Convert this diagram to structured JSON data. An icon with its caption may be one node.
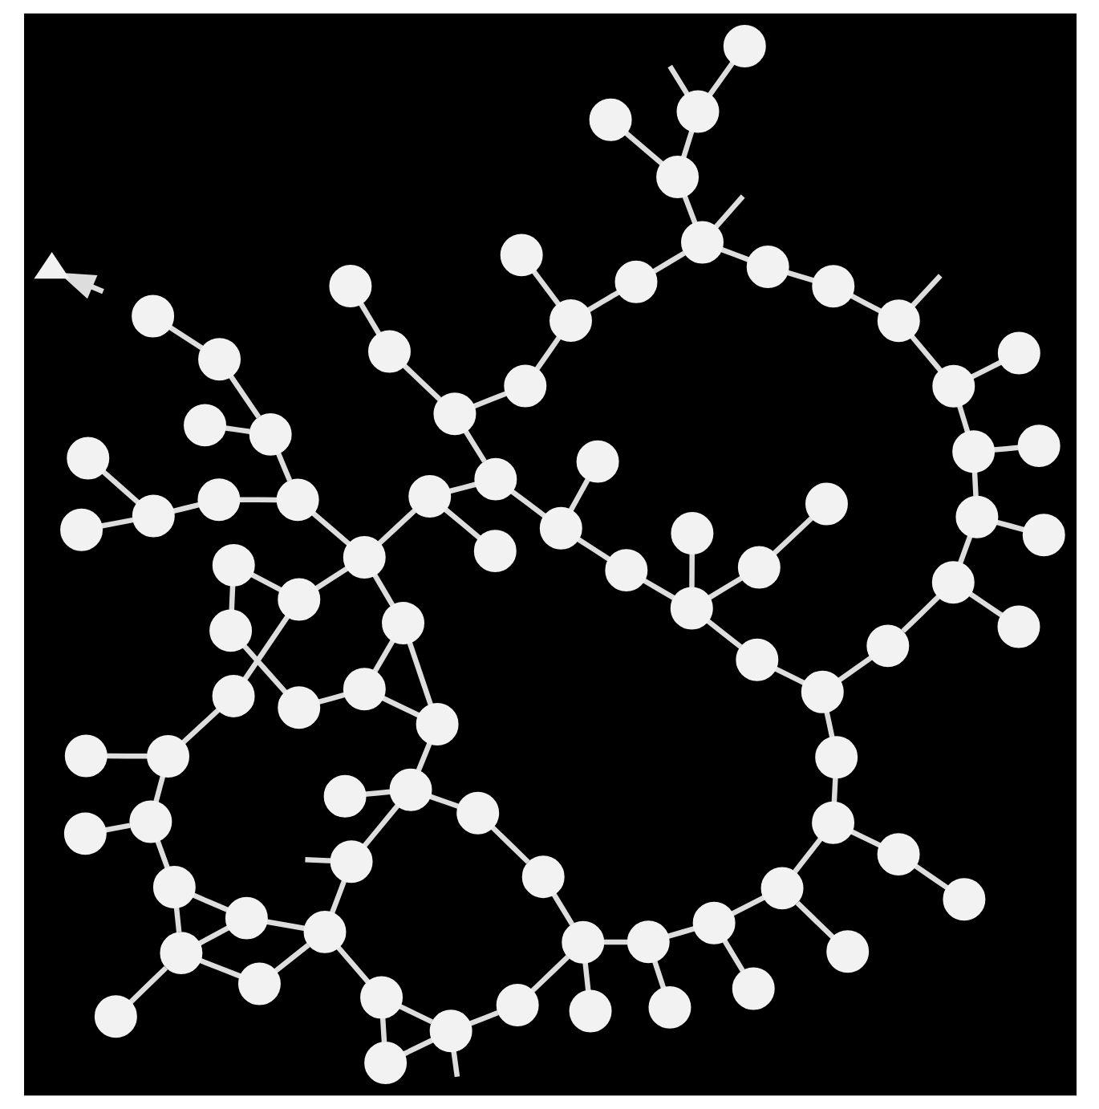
{
  "diagram": {
    "nodes": [
      {
        "text": [],
        "shape": "circle"
      },
      {
        "text": [],
        "shape": "circle"
      },
      {
        "text": [],
        "shape": "circle"
      },
      {
        "text": [],
        "shape": "circle"
      },
      {
        "text": [],
        "shape": "circle"
      },
      {
        "text": [],
        "shape": "circle"
      },
      {
        "text": [],
        "shape": "circle"
      },
      {
        "text": [],
        "shape": "circle"
      },
      {
        "text": [],
        "shape": "circle"
      },
      {
        "text": [],
        "shape": "circle"
      },
      {
        "text": [],
        "shape": "circle"
      },
      {
        "text": [],
        "shape": "circle"
      },
      {
        "text": [],
        "shape": "circle"
      },
      {
        "text": [],
        "shape": "circle"
      },
      {
        "text": [],
        "shape": "circle"
      },
      {
        "text": [],
        "shape": "circle"
      },
      {
        "text": [],
        "shape": "circle"
      },
      {
        "text": [],
        "shape": "circle"
      },
      {
        "text": [],
        "shape": "circle"
      },
      {
        "text": [],
        "shape": "circle"
      },
      {
        "text": [],
        "shape": "circle"
      },
      {
        "text": [],
        "shape": "circle"
      },
      {
        "text": [],
        "shape": "circle"
      },
      {
        "text": [],
        "shape": "circle"
      },
      {
        "text": [],
        "shape": "circle"
      },
      {
        "text": [],
        "shape": "circle"
      },
      {
        "text": [],
        "shape": "circle"
      },
      {
        "text": [],
        "shape": "circle"
      },
      {
        "text": [],
        "shape": "circle"
      },
      {
        "text": [],
        "shape": "circle"
      },
      {
        "text": [],
        "shape": "circle"
      },
      {
        "text": [],
        "shape": "circle"
      },
      {
        "text": [],
        "shape": "circle"
      },
      {
        "text": [],
        "shape": "circle"
      },
      {
        "text": [],
        "shape": "circle"
      },
      {
        "text": [],
        "shape": "circle"
      },
      {
        "text": [],
        "shape": "circle"
      },
      {
        "text": [],
        "shape": "circle"
      },
      {
        "text": [],
        "shape": "circle"
      },
      {
        "text": [],
        "shape": "circle"
      },
      {
        "text": [],
        "shape": "circle"
      },
      {
        "text": [],
        "shape": "circle"
      },
      {
        "text": [],
        "shape": "circle"
      },
      {
        "text": [],
        "shape": "circle"
      },
      {
        "text": [],
        "shape": "circle"
      },
      {
        "text": [],
        "shape": "circle"
      },
      {
        "text": [],
        "shape": "circle"
      },
      {
        "text": [],
        "shape": "circle"
      },
      {
        "text": [],
        "shape": "circle"
      },
      {
        "text": [],
        "shape": "circle"
      },
      {
        "text": [],
        "shape": "circle"
      },
      {
        "text": [],
        "shape": "circle"
      },
      {
        "text": [],
        "shape": "circle"
      },
      {
        "text": [],
        "shape": "circle"
      },
      {
        "text": [],
        "shape": "circle"
      },
      {
        "text": [],
        "shape": "circle"
      },
      {
        "text": [],
        "shape": "circle"
      },
      {
        "text": [],
        "shape": "circle"
      },
      {
        "text": [],
        "shape": "circle"
      },
      {
        "text": [],
        "shape": "circle"
      },
      {
        "text": [],
        "shape": "circle"
      },
      {
        "text": [],
        "shape": "circle"
      },
      {
        "text": [],
        "shape": "circle"
      },
      {
        "text": [],
        "shape": "circle"
      },
      {
        "text": [],
        "shape": "circle"
      },
      {
        "text": [],
        "shape": "circle"
      },
      {
        "text": [],
        "shape": "circle"
      },
      {
        "text": [],
        "shape": "circle"
      },
      {
        "text": [],
        "shape": "circle"
      },
      {
        "text": [],
        "shape": "circle"
      },
      {
        "text": [],
        "shape": "circle"
      },
      {
        "text": [],
        "shape": "circle"
      },
      {
        "text": [],
        "shape": "circle"
      },
      {
        "text": [],
        "shape": "circle"
      },
      {
        "text": [],
        "shape": "circle"
      },
      {
        "text": [],
        "shape": "circle"
      },
      {
        "text": [],
        "shape": "circle"
      },
      {
        "text": [],
        "shape": "circle"
      },
      {
        "text": [],
        "shape": "circle"
      },
      {
        "text": [],
        "shape": "circle"
      },
      {
        "text": [],
        "shape": "circle"
      },
      {
        "text": [],
        "shape": "circle"
      },
      {
        "text": [],
        "shape": "circle"
      },
      {
        "text": [],
        "shape": "circle"
      },
      {
        "text": [],
        "shape": "circle"
      },
      {
        "text": [],
        "shape": "triangle"
      }
    ],
    "edges": [
      {
        "from": 3,
        "to": 9,
        "arrow": "none"
      },
      {
        "from": 9,
        "to": 6,
        "arrow": "none"
      },
      {
        "from": 6,
        "to": 1,
        "arrow": "none"
      },
      {
        "from": 0,
        "to": 5,
        "arrow": "none"
      },
      {
        "from": 6,
        "to": 10,
        "arrow": "none"
      },
      {
        "from": 5,
        "to": 10,
        "arrow": "none"
      },
      {
        "from": 10,
        "to": 17,
        "arrow": "none"
      },
      {
        "from": 17,
        "to": 23,
        "arrow": "none"
      },
      {
        "from": 23,
        "to": 16,
        "arrow": "none"
      },
      {
        "from": 16,
        "to": 13,
        "arrow": "none"
      },
      {
        "from": 13,
        "to": 19,
        "arrow": "none"
      },
      {
        "from": 13,
        "to": 7,
        "arrow": "none"
      },
      {
        "from": 2,
        "to": 7,
        "arrow": "none"
      },
      {
        "from": 7,
        "to": 8,
        "arrow": "none"
      },
      {
        "from": 4,
        "to": 8,
        "arrow": "none"
      },
      {
        "from": 8,
        "to": 14,
        "arrow": "none"
      },
      {
        "from": 14,
        "to": 11,
        "arrow": "none"
      },
      {
        "from": 14,
        "to": 20,
        "arrow": "none"
      },
      {
        "from": 20,
        "to": null,
        "arrow": "none"
      },
      {
        "from": 20,
        "to": 24,
        "arrow": "none"
      },
      {
        "from": 24,
        "to": 28,
        "arrow": "none"
      },
      {
        "from": 28,
        "to": 37,
        "arrow": "none"
      },
      {
        "from": 18,
        "to": 26,
        "arrow": "none"
      },
      {
        "from": 18,
        "to": 29,
        "arrow": "none"
      },
      {
        "from": 23,
        "to": 27,
        "arrow": "none"
      },
      {
        "from": 27,
        "to": 29,
        "arrow": "none"
      },
      {
        "from": 29,
        "to": 36,
        "arrow": "none"
      },
      {
        "from": 29,
        "to": 41,
        "arrow": "none"
      },
      {
        "from": 37,
        "to": null,
        "arrow": "none"
      },
      {
        "from": 37,
        "to": 38,
        "arrow": "none"
      },
      {
        "from": 38,
        "to": 33,
        "arrow": "none"
      },
      {
        "from": 37,
        "to": 48,
        "arrow": "none"
      },
      {
        "from": 38,
        "to": 45,
        "arrow": "none"
      },
      {
        "from": 45,
        "to": 49,
        "arrow": "none"
      },
      {
        "from": 45,
        "to": null,
        "arrow": "none"
      },
      {
        "from": 48,
        "to": 55,
        "arrow": "none"
      },
      {
        "from": 55,
        "to": 60,
        "arrow": "none"
      },
      {
        "from": 55,
        "to": 61,
        "arrow": "none"
      },
      {
        "from": 60,
        "to": 66,
        "arrow": "none"
      },
      {
        "from": 54,
        "to": 66,
        "arrow": "none"
      },
      {
        "from": 66,
        "to": 71,
        "arrow": "none"
      },
      {
        "from": 71,
        "to": 72,
        "arrow": "none"
      },
      {
        "from": 67,
        "to": 74,
        "arrow": "none"
      },
      {
        "from": 74,
        "to": 78,
        "arrow": "none"
      },
      {
        "from": 74,
        "to": 80,
        "arrow": "none"
      },
      {
        "from": 12,
        "to": 15,
        "arrow": "none"
      },
      {
        "from": 15,
        "to": 9,
        "arrow": "none"
      },
      {
        "from": 15,
        "to": 21,
        "arrow": "none"
      },
      {
        "from": 21,
        "to": 22,
        "arrow": "none"
      },
      {
        "from": 21,
        "to": 25,
        "arrow": "none"
      },
      {
        "from": 25,
        "to": 30,
        "arrow": "none"
      },
      {
        "from": 21,
        "to": 32,
        "arrow": "none"
      },
      {
        "from": 22,
        "to": 31,
        "arrow": "none"
      },
      {
        "from": 31,
        "to": null,
        "arrow": "none"
      },
      {
        "from": 31,
        "to": 35,
        "arrow": "none"
      },
      {
        "from": 31,
        "to": 42,
        "arrow": "none"
      },
      {
        "from": 35,
        "to": 42,
        "arrow": "none"
      },
      {
        "from": 40,
        "to": 39,
        "arrow": "none"
      },
      {
        "from": 30,
        "to": 39,
        "arrow": "none"
      },
      {
        "from": 40,
        "to": null,
        "arrow": "none"
      },
      {
        "from": 40,
        "to": 47,
        "arrow": "none"
      },
      {
        "from": 42,
        "to": 47,
        "arrow": "none"
      },
      {
        "from": 39,
        "to": 34,
        "arrow": "none"
      },
      {
        "from": 39,
        "to": 43,
        "arrow": "none"
      },
      {
        "from": 36,
        "to": 46,
        "arrow": "none"
      },
      {
        "from": 43,
        "to": 51,
        "arrow": "none"
      },
      {
        "from": 43,
        "to": 53,
        "arrow": "none"
      },
      {
        "from": 51,
        "to": 53,
        "arrow": "none"
      },
      {
        "from": 50,
        "to": 51,
        "arrow": "none"
      },
      {
        "from": 44,
        "to": 46,
        "arrow": "none"
      },
      {
        "from": 46,
        "to": 54,
        "arrow": "none"
      },
      {
        "from": 53,
        "to": 62,
        "arrow": "none"
      },
      {
        "from": 62,
        "to": 58,
        "arrow": "none"
      },
      {
        "from": 58,
        "to": 54,
        "arrow": "none"
      },
      {
        "from": 58,
        "to": 70,
        "arrow": "none"
      },
      {
        "from": 62,
        "to": 64,
        "arrow": "none"
      },
      {
        "from": 64,
        "to": 63,
        "arrow": "none"
      },
      {
        "from": 64,
        "to": 73,
        "arrow": "none"
      },
      {
        "from": 76,
        "to": 73,
        "arrow": "none"
      },
      {
        "from": 62,
        "to": 77,
        "arrow": "none"
      },
      {
        "from": 77,
        "to": 78,
        "arrow": "none"
      },
      {
        "from": 77,
        "to": 79,
        "arrow": "none"
      },
      {
        "from": 79,
        "to": 81,
        "arrow": "none"
      },
      {
        "from": 79,
        "to": 83,
        "arrow": "none"
      },
      {
        "from": 81,
        "to": 84,
        "arrow": "none"
      },
      {
        "from": 47,
        "to": 52,
        "arrow": "none"
      },
      {
        "from": 47,
        "to": 57,
        "arrow": "none"
      },
      {
        "from": 57,
        "to": 65,
        "arrow": "none"
      },
      {
        "from": 52,
        "to": 59,
        "arrow": "none"
      },
      {
        "from": 59,
        "to": 57,
        "arrow": "none"
      },
      {
        "from": 59,
        "to": 68,
        "arrow": "none"
      },
      {
        "from": 59,
        "to": 65,
        "arrow": "none"
      },
      {
        "from": 65,
        "to": 69,
        "arrow": "none"
      },
      {
        "from": 69,
        "to": 75,
        "arrow": "none"
      },
      {
        "from": 69,
        "to": 76,
        "arrow": "none"
      },
      {
        "from": 76,
        "to": 82,
        "arrow": "none"
      },
      {
        "from": 50,
        "to": 56,
        "arrow": "none"
      },
      {
        "from": 56,
        "to": 63,
        "arrow": "none"
      },
      {
        "from": null,
        "to": 85,
        "arrow": "to"
      }
    ]
  }
}
